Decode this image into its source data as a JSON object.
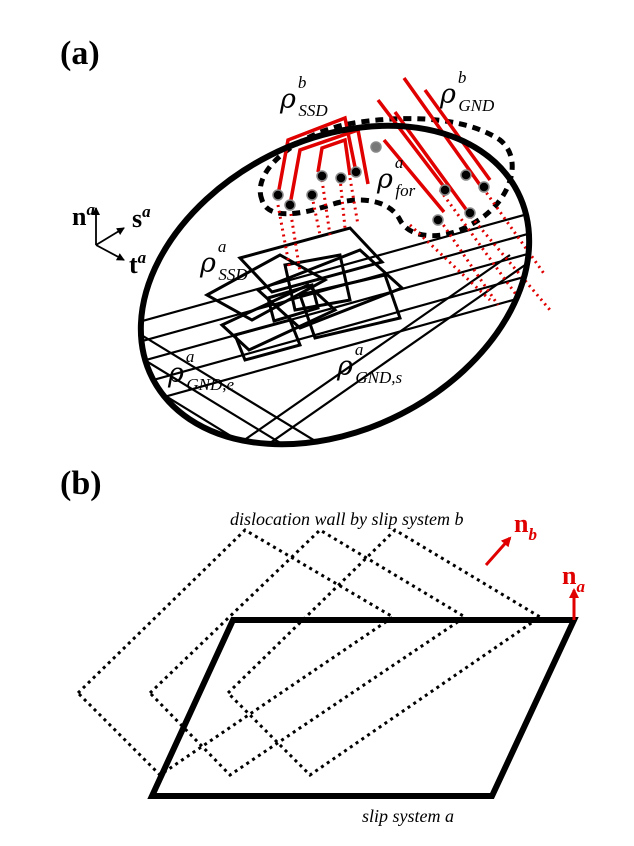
{
  "panels": {
    "a": {
      "label": "(a)"
    },
    "b": {
      "label": "(b)"
    }
  },
  "axes": {
    "n": {
      "base": "n",
      "sup": "a"
    },
    "s": {
      "base": "s",
      "sup": "a"
    },
    "t": {
      "base": "t",
      "sup": "a"
    }
  },
  "densities": {
    "ssd_b": {
      "rho": "ρ",
      "sup": "b",
      "sub": "SSD"
    },
    "gnd_b": {
      "rho": "ρ",
      "sup": "b",
      "sub": "GND"
    },
    "for_a": {
      "rho": "ρ",
      "sup": "a",
      "sub": "for"
    },
    "ssd_a": {
      "rho": "ρ",
      "sup": "a",
      "sub": "SSD"
    },
    "gnd_e_a": {
      "rho": "ρ",
      "sup": "a",
      "sub": "GND,e"
    },
    "gnd_s_a": {
      "rho": "ρ",
      "sup": "a",
      "sub": "GND,s"
    }
  },
  "panel_b": {
    "wall_caption": "dislocation wall by slip system b",
    "plane_caption": "slip system a",
    "normal_b": {
      "base": "n",
      "sub": "b"
    },
    "normal_a": {
      "base": "n",
      "sub": "a"
    }
  },
  "colors": {
    "ink": "#000000",
    "dislocation_b": "#e00000",
    "normal_arrow": "#e00000"
  }
}
